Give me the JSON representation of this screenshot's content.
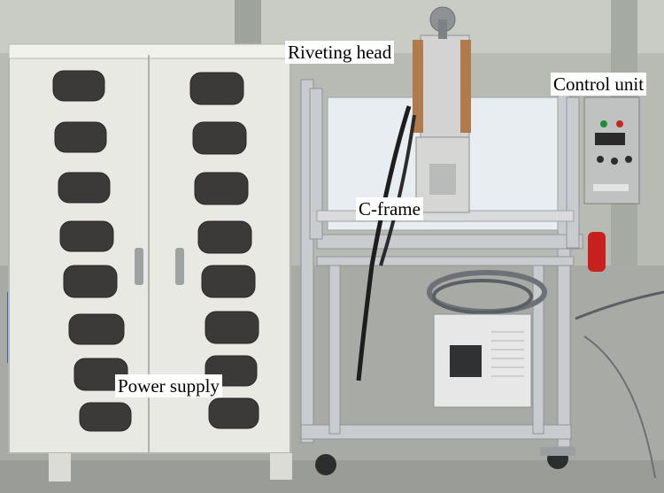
{
  "labels": {
    "riveting_head": "Riveting head",
    "control_unit": "Control unit",
    "c_frame": "C-frame",
    "power_supply": "Power supply"
  },
  "colors": {
    "cabinet": "#e9e9e4",
    "frame": "#c9ccce",
    "wall": "#b7bbb3",
    "floor": "#a8aaa6",
    "control_panel": "#bfc2c0",
    "fire_extinguisher": "#c8201e"
  }
}
